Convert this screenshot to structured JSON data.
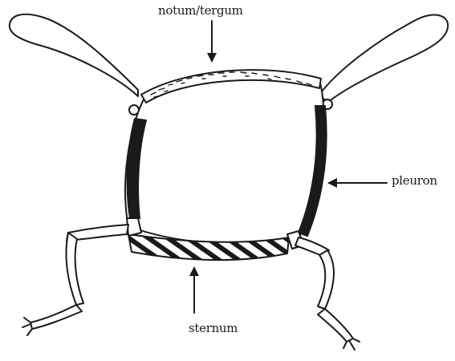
{
  "labels": {
    "notum": "notum/tergum",
    "pleuron": "pleuron",
    "sternum": "sternum"
  },
  "colors": {
    "ink": "#1a1a1a",
    "background": "#ffffff"
  }
}
